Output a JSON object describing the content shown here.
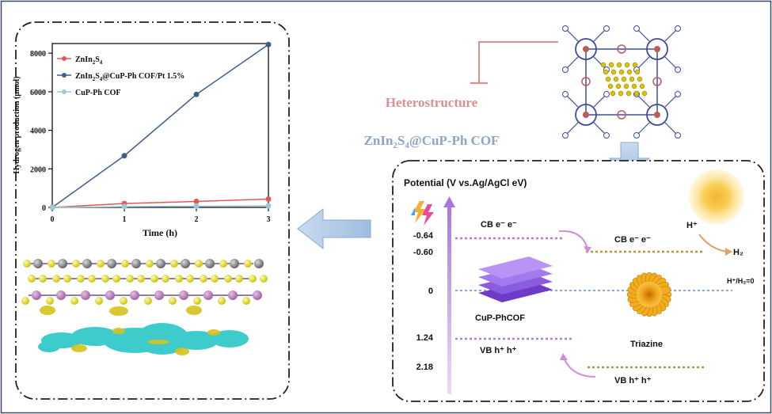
{
  "chart_data": {
    "type": "line",
    "x": [
      0,
      1,
      2,
      3
    ],
    "xticks": [
      "0",
      "1",
      "2",
      "3"
    ],
    "xlim": [
      0,
      3
    ],
    "ylim": [
      0,
      8500
    ],
    "yticks": [
      "0",
      "2000",
      "4000",
      "6000",
      "8000"
    ],
    "xlabel": "Time (h)",
    "ylabel": "Hydrogen production (μmol)",
    "legend_position": "top-left",
    "grid": false,
    "series": [
      {
        "name": "ZnIn2S4",
        "values": [
          0,
          200,
          310,
          430
        ],
        "color": "#e05a5a"
      },
      {
        "name": "ZnIn2S4@CuP-Ph COF/Pt 1.5%",
        "values": [
          0,
          2680,
          5860,
          8450
        ],
        "color": "#3e5f8a"
      },
      {
        "name": "CuP-Ph COF",
        "values": [
          0,
          40,
          60,
          80
        ],
        "color": "#9cc9d6"
      }
    ]
  },
  "labels": {
    "heterostructure": "Heterostructure",
    "composite": "ZnIn2S4@CuP-Ph COF",
    "potential_title": "Potential (V vs.Ag/AgCl eV)"
  },
  "band_diagram": {
    "potentials": [
      "-0.64",
      "-0.60",
      "0",
      "1.24",
      "2.18"
    ],
    "cb_left": "CB  e⁻ e⁻",
    "cb_right": "CB  e⁻ e⁻",
    "vb_left": "VB  h⁺ h⁺",
    "vb_right": "VB  h⁺ h⁺",
    "h_plus": "H⁺",
    "h2": "H₂",
    "redox": "H⁺/H₂=0",
    "cup_label": "CuP-PhCOF",
    "triazine_label": "Triazine"
  },
  "colors": {
    "frame": "#2b2b2b",
    "accent_purple": "#9b5de5",
    "arrow_blue": "#a9c3e0",
    "line_purple": "#b07fd6",
    "line_olive": "#b39b3a",
    "line_blue": "#8da8c8",
    "heterostructure_text": "#d99090",
    "composite_text": "#8ea4c8"
  }
}
